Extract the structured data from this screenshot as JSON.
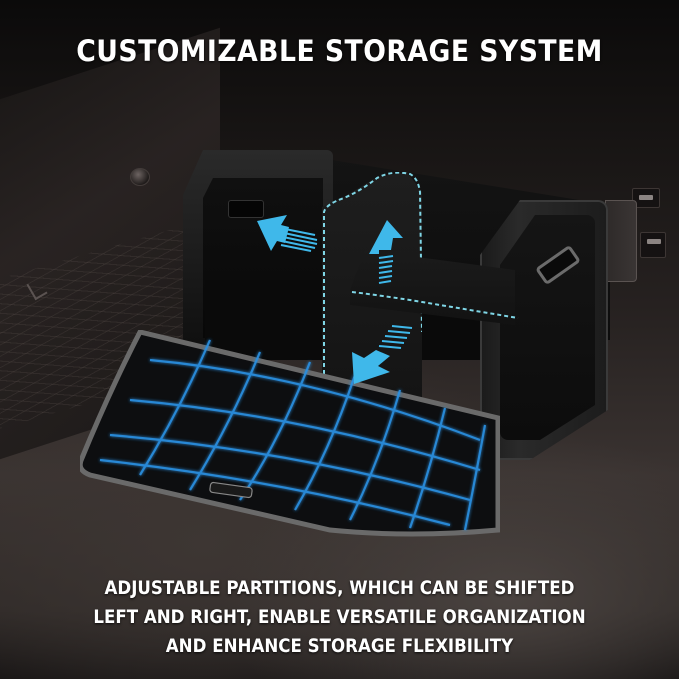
{
  "banner": {
    "title": "CUSTOMIZABLE STORAGE SYSTEM",
    "caption_lines": [
      "ADJUSTABLE PARTITIONS, WHICH CAN BE SHIFTED",
      "LEFT AND RIGHT, ENABLE VERSATILE ORGANIZATION",
      "AND ENHANCE STORAGE FLEXIBILITY"
    ]
  },
  "product": {
    "name": "trunk organizer",
    "features": [
      "adjustable-partition",
      "side-handles",
      "fold-out-lid-mat"
    ],
    "arrows": [
      {
        "name": "left-arrow-icon",
        "direction": "up-left"
      },
      {
        "name": "up-arrow-icon",
        "direction": "up"
      },
      {
        "name": "down-left-arrow-icon",
        "direction": "down-left"
      }
    ]
  },
  "colors": {
    "accent": "#3fb8ea",
    "grid": "#2a8fe0",
    "outline": "#7fd6e6",
    "text": "#ffffff",
    "background": "#1e1a19"
  }
}
